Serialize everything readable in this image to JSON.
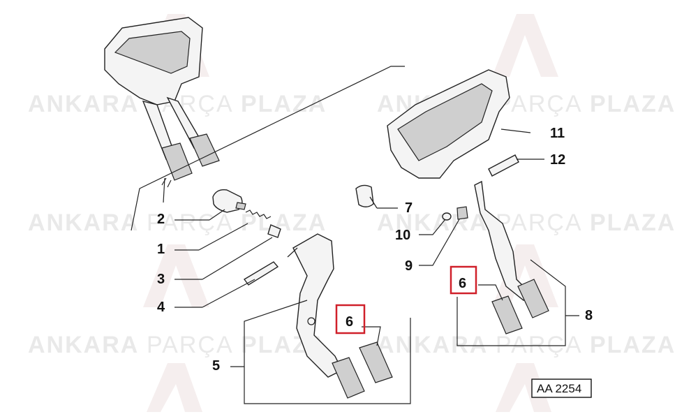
{
  "watermark": {
    "part1": "ANKARA",
    "part2": "PARÇA",
    "part3": "PLAZA"
  },
  "callouts": {
    "c1": "1",
    "c2": "2",
    "c3": "3",
    "c4": "4",
    "c5": "5",
    "c6_left": "6",
    "c6_right": "6",
    "c7": "7",
    "c8": "8",
    "c9": "9",
    "c10": "10",
    "c11": "11",
    "c12": "12"
  },
  "reference_code": "AA 2254",
  "colors": {
    "highlight": "#d0202a",
    "watermark": "#e9e9e9",
    "line": "#222222"
  }
}
